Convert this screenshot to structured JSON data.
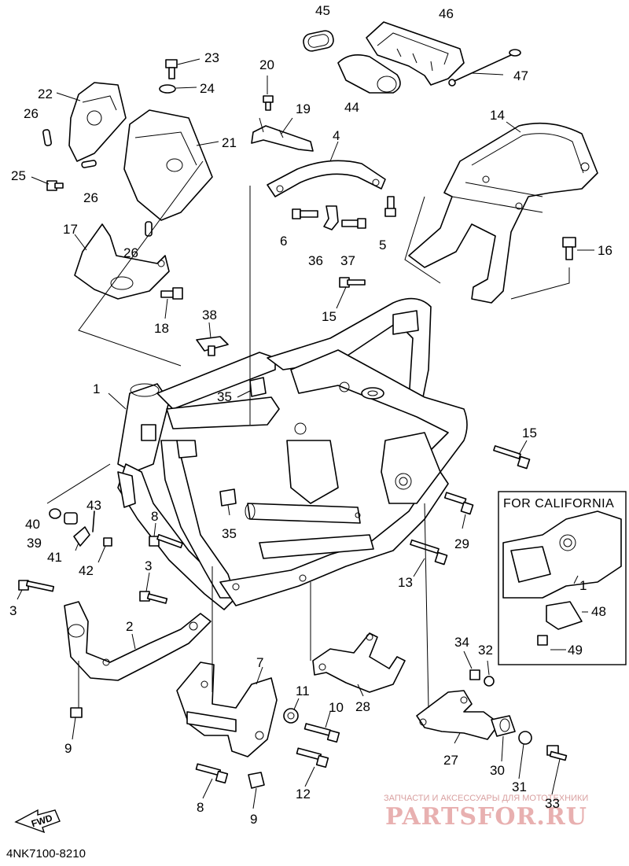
{
  "diagram_code": "4NK7100-8210",
  "inset": {
    "title": "FOR CALIFORNIA"
  },
  "direction_badge": "FWD",
  "watermark": {
    "line1": "ЗАПЧАСТИ И АКСЕССУАРЫ ДЛЯ МОТОТЕХНИКИ",
    "line2": "PARTSFOR.RU"
  },
  "callouts": {
    "n45": "45",
    "n46": "46",
    "n47": "47",
    "n44": "44",
    "n23": "23",
    "n24": "24",
    "n22": "22",
    "n26a": "26",
    "n26b": "26",
    "n26c": "26",
    "n21": "21",
    "n25": "25",
    "n20": "20",
    "n19": "19",
    "n4": "4",
    "n14": "14",
    "n6": "6",
    "n36": "36",
    "n37": "37",
    "n5": "5",
    "n16": "16",
    "n17": "17",
    "n18": "18",
    "n15a": "15",
    "n15b": "15",
    "n38": "38",
    "n1a": "1",
    "n1b": "1",
    "n35a": "35",
    "n35b": "35",
    "n43": "43",
    "n40": "40",
    "n39": "39",
    "n41": "41",
    "n42": "42",
    "n8a": "8",
    "n8b": "8",
    "n29": "29",
    "n3a": "3",
    "n3b": "3",
    "n13": "13",
    "n48": "48",
    "n49": "49",
    "n2": "2",
    "n34": "34",
    "n32": "32",
    "n7": "7",
    "n11": "11",
    "n10": "10",
    "n28": "28",
    "n9a": "9",
    "n9b": "9",
    "n27": "27",
    "n12": "12",
    "n30": "30",
    "n31": "31",
    "n33": "33"
  }
}
